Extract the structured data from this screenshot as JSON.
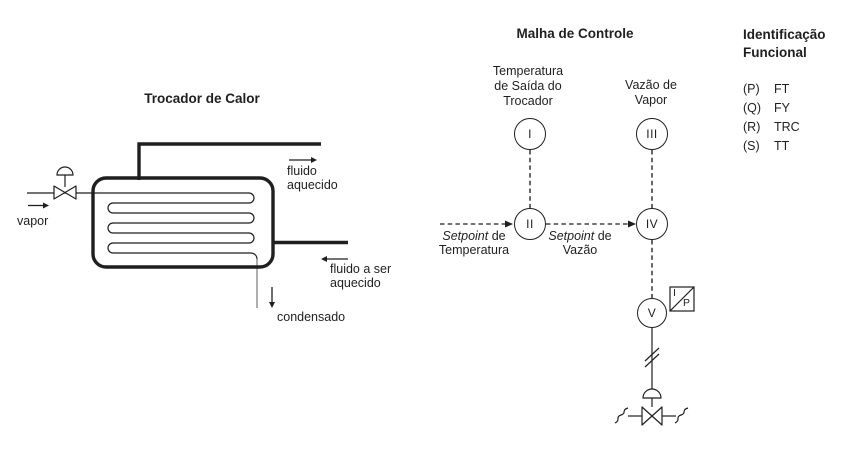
{
  "heat_exchanger": {
    "title": "Trocador de Calor",
    "vapor_label": "vapor",
    "heated_fluid_line1": "fluido",
    "heated_fluid_line2": "aquecido",
    "fluid_to_heat_line1": "fluido a ser",
    "fluid_to_heat_line2": "aquecido",
    "condensate_label": "condensado"
  },
  "control_loop": {
    "title": "Malha de Controle",
    "temperature_tag_line1": "Temperatura",
    "temperature_tag_line2": "de Saída do",
    "temperature_tag_line3": "Trocador",
    "steam_flow_tag_line1": "Vazão de",
    "steam_flow_tag_line2": "Vapor",
    "setpoint_temperature": {
      "word_italic": "Setpoint",
      "word_rest": "de",
      "line2": "Temperatura"
    },
    "setpoint_flow": {
      "word_italic": "Setpoint",
      "word_rest": "de",
      "line2": "Vazão"
    },
    "instruments": {
      "bubble_1": "I",
      "bubble_2": "II",
      "bubble_3": "III",
      "bubble_4": "IV",
      "bubble_5": "V"
    },
    "ip_converter": {
      "top_letter": "I",
      "bottom_letter": "P"
    }
  },
  "legend": {
    "title_line1": "Identificação",
    "title_line2": "Funcional",
    "items": [
      {
        "key": "(P)",
        "code": "FT"
      },
      {
        "key": "(Q)",
        "code": "FY"
      },
      {
        "key": "(R)",
        "code": "TRC"
      },
      {
        "key": "(S)",
        "code": "TT"
      }
    ]
  },
  "colors": {
    "line": "#1f1f1f",
    "condensate": "#9a9a9a"
  }
}
